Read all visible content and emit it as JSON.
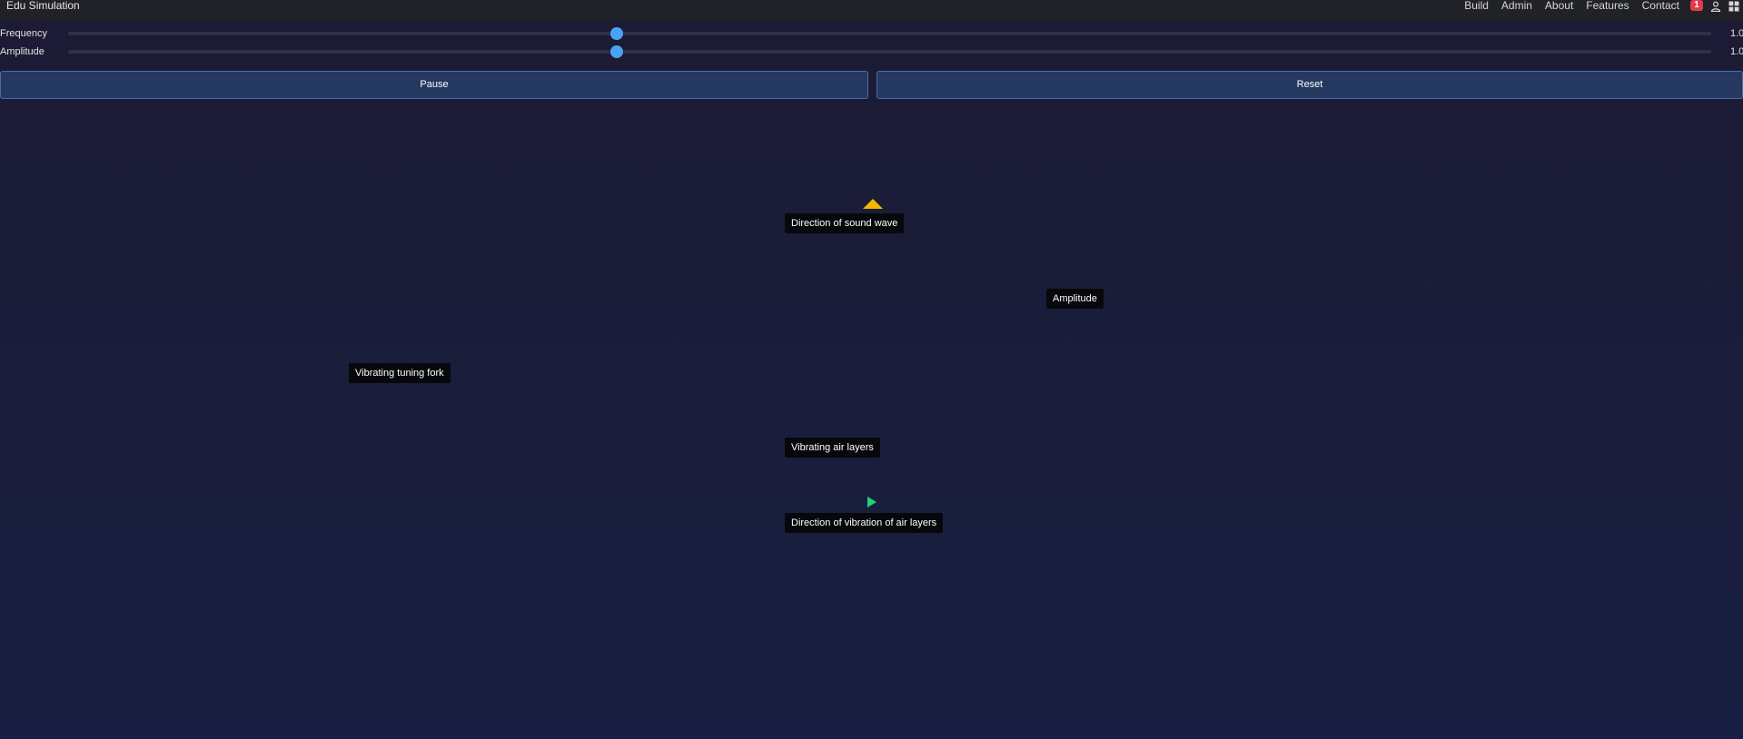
{
  "app": {
    "title": "Edu Simulation"
  },
  "nav": {
    "items": [
      "Build",
      "Admin",
      "About",
      "Features",
      "Contact"
    ],
    "notification_count": "1"
  },
  "controls": {
    "frequency": {
      "label": "Frequency",
      "value": "1.0",
      "slider_fraction": 0.334
    },
    "amplitude": {
      "label": "Amplitude",
      "value": "1.0",
      "slider_fraction": 0.334
    }
  },
  "buttons": {
    "pause": "Pause",
    "reset": "Reset"
  },
  "simulation": {
    "labels": {
      "sound_wave_direction": "Direction of sound wave",
      "amplitude": "Amplitude",
      "tuning_fork": "Vibrating tuning fork",
      "air_layers": "Vibrating air layers",
      "air_vibration_direction": "Direction of vibration of air layers"
    }
  },
  "colors": {
    "accent": "#4aa3f5",
    "wave_direction_arrow": "#f5b700",
    "vibration_direction_arrow": "#22d17a",
    "badge": "#e23a4d"
  }
}
